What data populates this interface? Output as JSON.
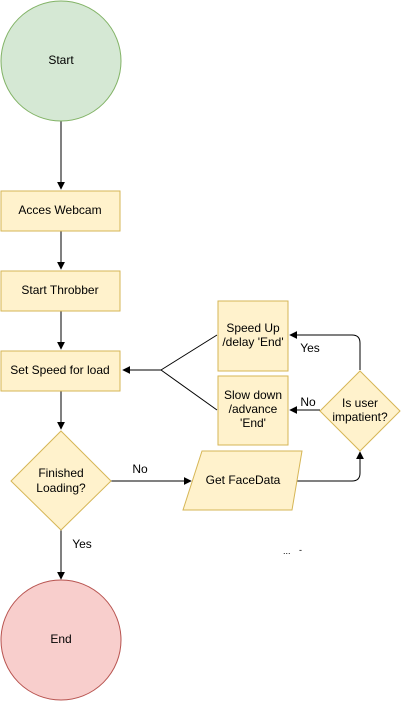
{
  "colors": {
    "start_fill": "#d5e8d4",
    "start_stroke": "#82b366",
    "end_fill": "#f8cecc",
    "end_stroke": "#b85450",
    "process_fill": "#fff2cc",
    "process_stroke": "#d6b656",
    "edge": "#000000"
  },
  "nodes": {
    "start": "Start",
    "access_webcam": "Acces Webcam",
    "start_throbber": "Start Throbber",
    "set_speed": "Set Speed for load",
    "finished_loading": [
      "Finished",
      "Loading?"
    ],
    "end": "End",
    "get_facedata": "Get FaceData",
    "is_user_impatient": [
      "Is user",
      "impatient?"
    ],
    "speed_up": [
      "Speed Up",
      "/delay 'End'"
    ],
    "slow_down": [
      "Slow down",
      "/advance",
      "'End'"
    ]
  },
  "edge_labels": {
    "no_to_facedata": "No",
    "yes_to_end": "Yes",
    "yes_to_speed_up": "Yes",
    "no_to_slow_down": "No"
  },
  "stray_marks": [
    "...",
    "-"
  ]
}
